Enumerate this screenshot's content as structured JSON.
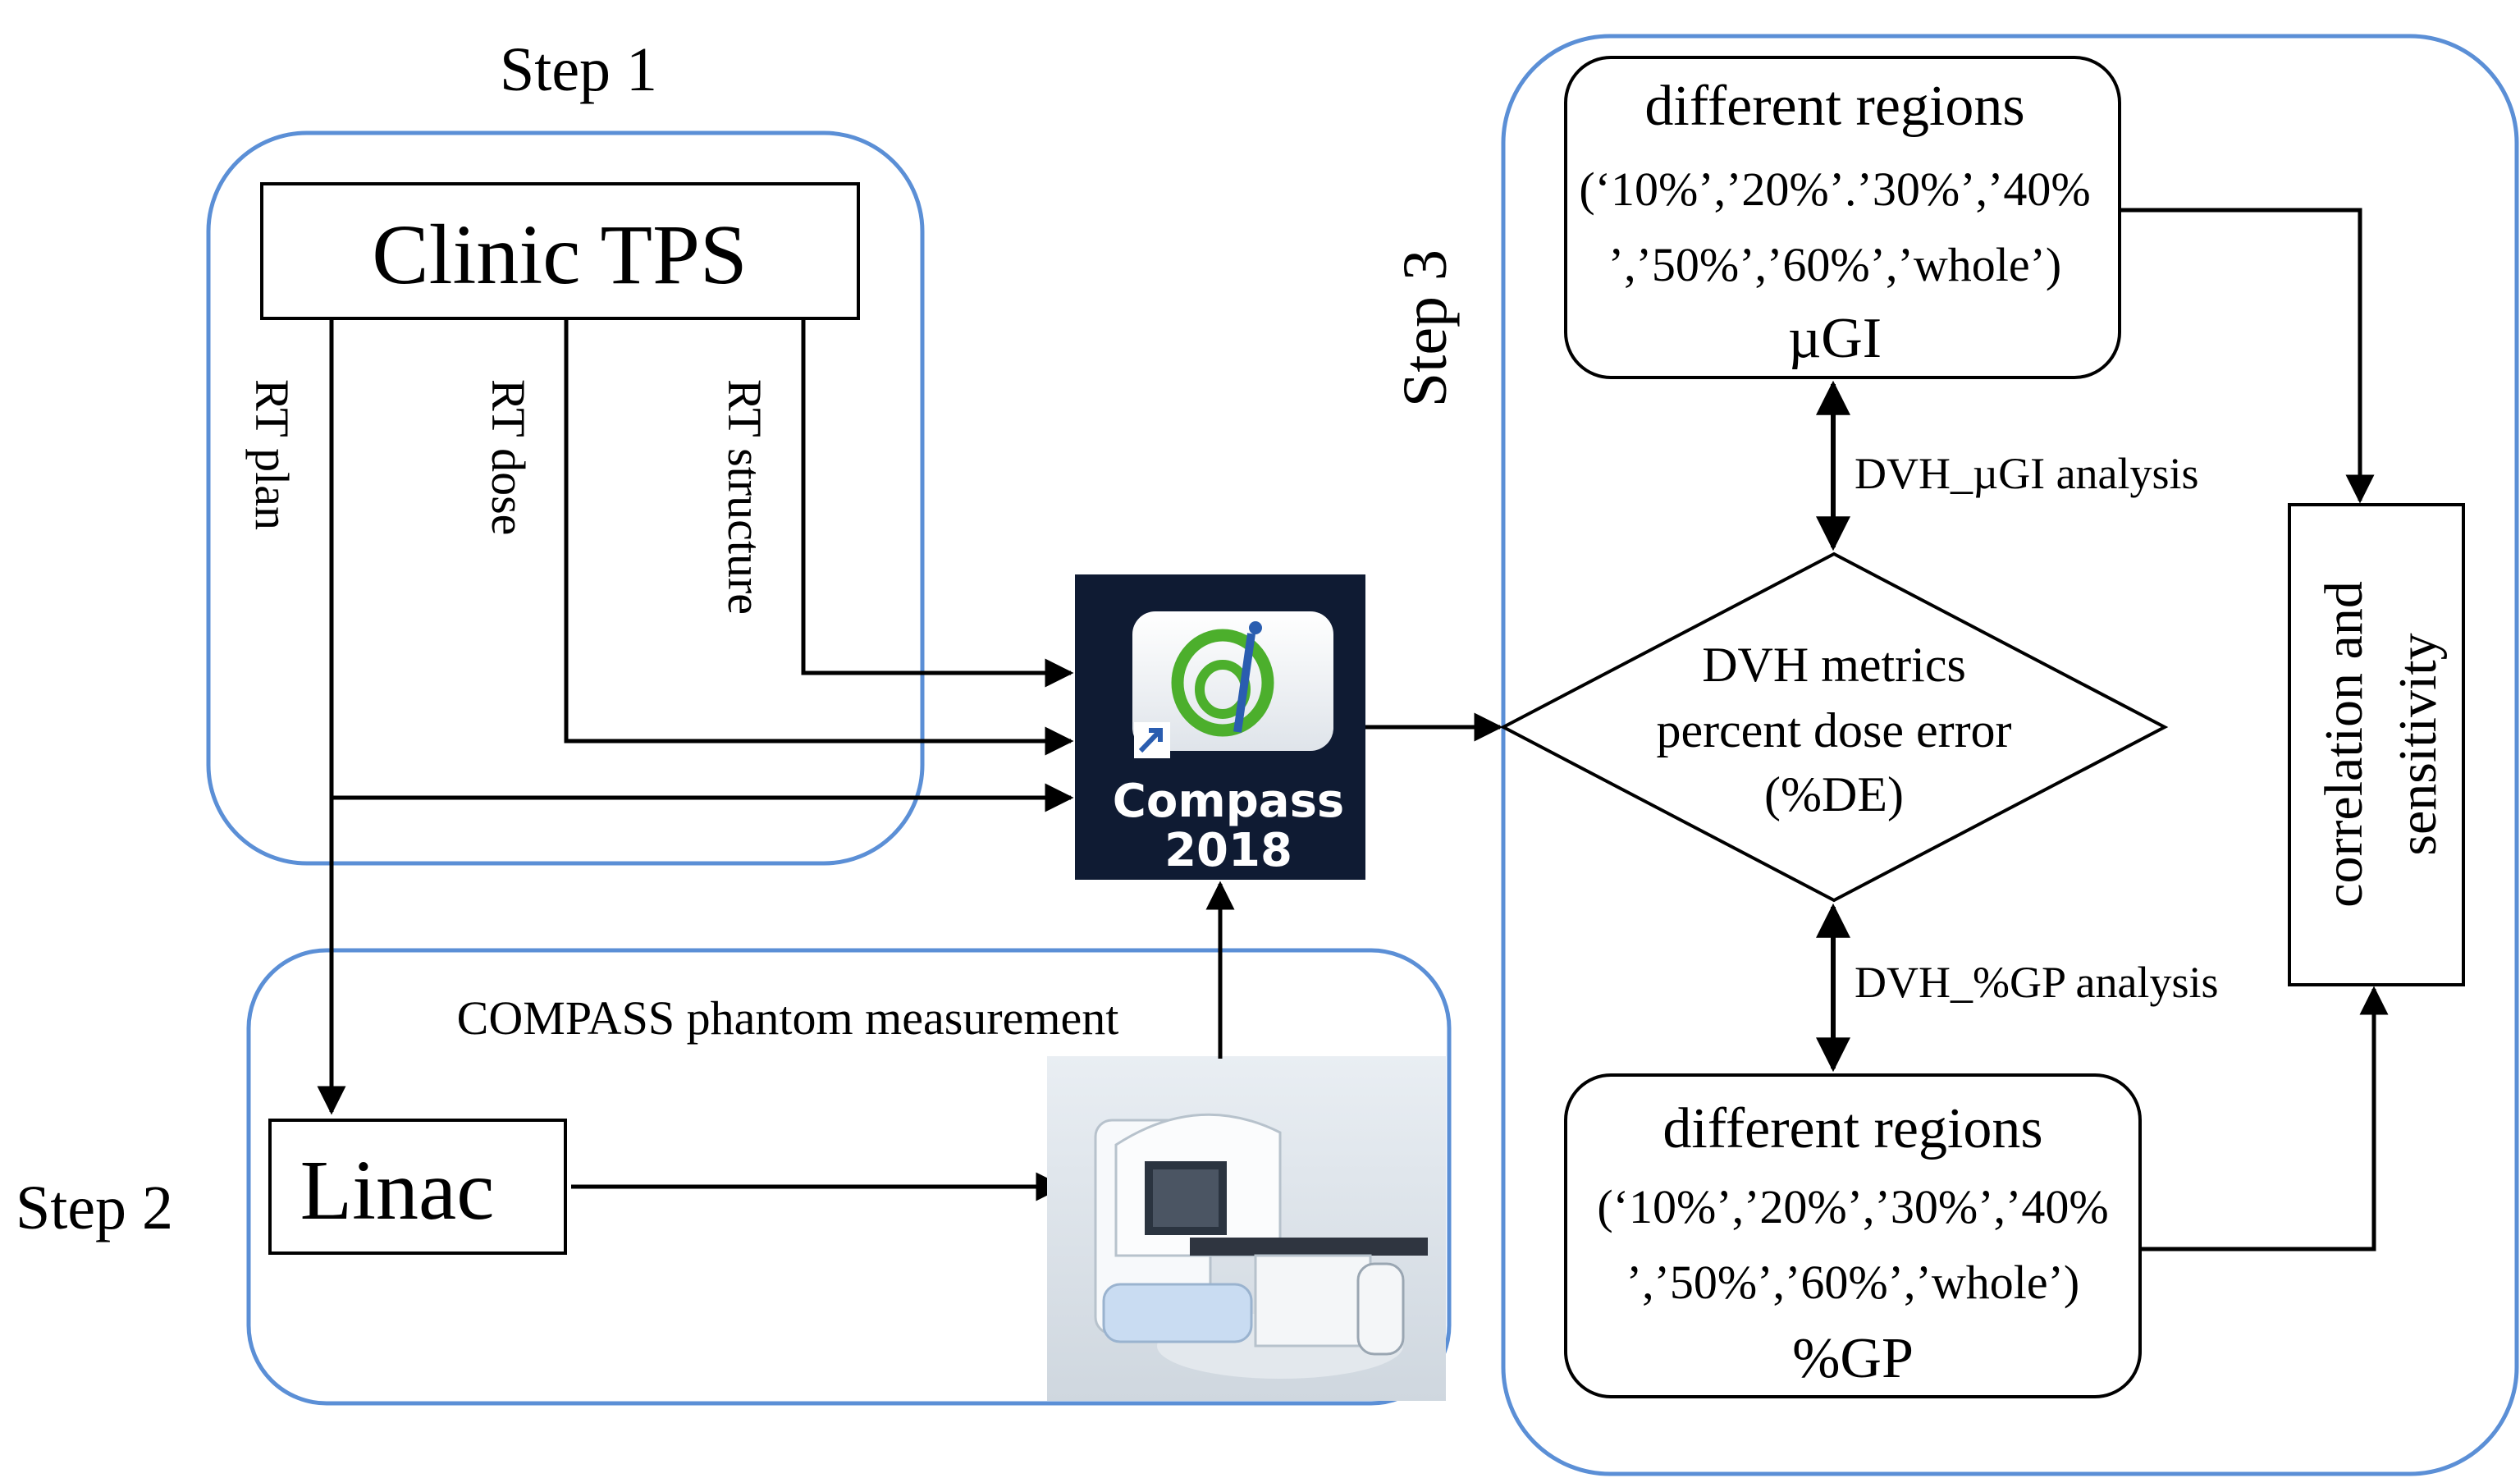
{
  "steps": {
    "step1": "Step 1",
    "step2": "Step 2",
    "step3": "Step 3"
  },
  "nodes": {
    "clinic_tps": "Clinic TPS",
    "linac": "Linac",
    "compass_name": "Compass",
    "compass_year": "2018",
    "top_regions": {
      "title": "different regions",
      "line1": "(‘10%’,’20%’.’30%’,’40%",
      "line2": "’,’50%’,’60%’,’whole’)",
      "metric": "µGI"
    },
    "bottom_regions": {
      "title": "different regions",
      "line1": "(‘10%’,’20%’,’30%’,’40%",
      "line2": "’,’50%’,’60%’,’whole’)",
      "metric": "%GP"
    },
    "dvh_diamond": {
      "line1": "DVH metrics",
      "line2": "percent dose error",
      "line3": "(%DE)"
    },
    "correlation": {
      "line1": "correlation and",
      "line2": "sensitivity"
    }
  },
  "edge_labels": {
    "rt_plan": "RT plan",
    "rt_dose": "RT dose",
    "rt_structure": "RT structure",
    "phantom": "COMPASS phantom measurement",
    "dvh_ugi": "DVH_µGI analysis",
    "dvh_gp": "DVH_%GP analysis"
  },
  "colors": {
    "group_border": "#5b8fd6",
    "line": "#000000",
    "compass_bg": "#0f1b33",
    "compass_icon_green": "#4caf2c",
    "compass_icon_blue": "#2a5db0"
  },
  "icons": {
    "compass": "compass-app-icon",
    "linac_photo": "linac-machine-image"
  }
}
